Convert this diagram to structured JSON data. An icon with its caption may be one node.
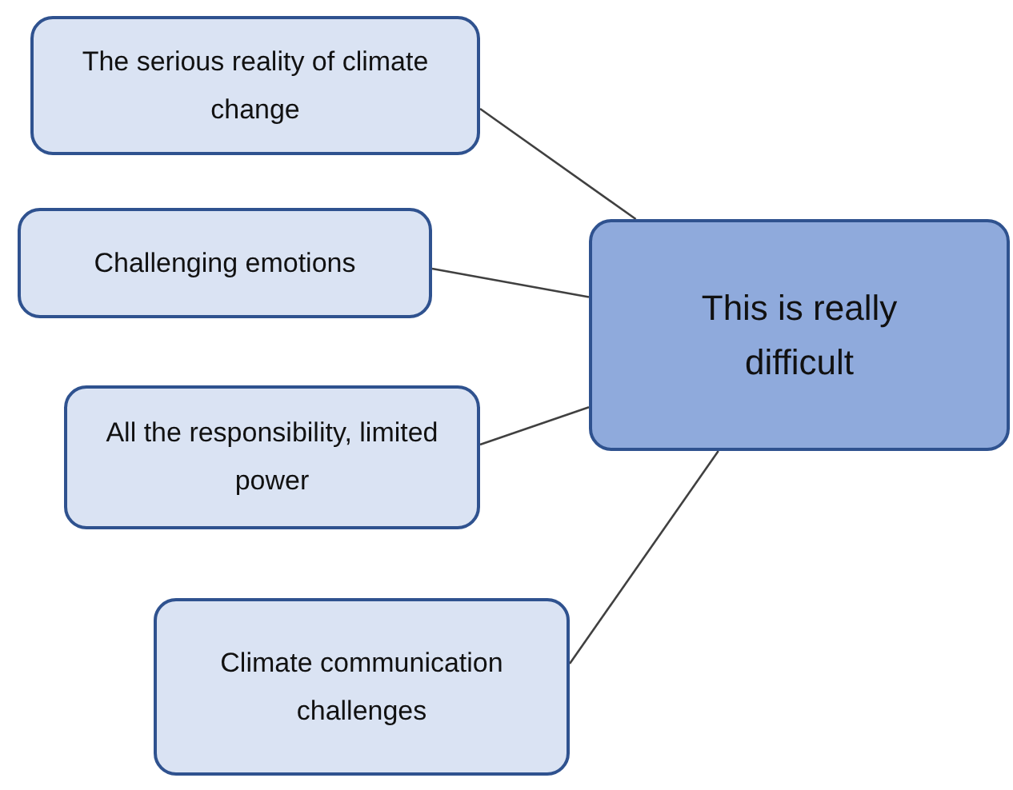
{
  "diagram": {
    "nodes": [
      {
        "text": [
          "The serious reality of climate change"
        ]
      },
      {
        "text": [
          "Challenging emotions"
        ]
      },
      {
        "text": [
          "This is really difficult"
        ]
      },
      {
        "text": [
          "All the responsibility, limited power"
        ]
      },
      {
        "text": [
          "Climate communication challenges"
        ]
      }
    ],
    "edges": [
      {
        "from": 0,
        "to": 2,
        "arrow": "none"
      },
      {
        "from": 1,
        "to": 2,
        "arrow": "none"
      },
      {
        "from": 3,
        "to": 2,
        "arrow": "none"
      },
      {
        "from": 4,
        "to": 2,
        "arrow": "none"
      }
    ]
  }
}
